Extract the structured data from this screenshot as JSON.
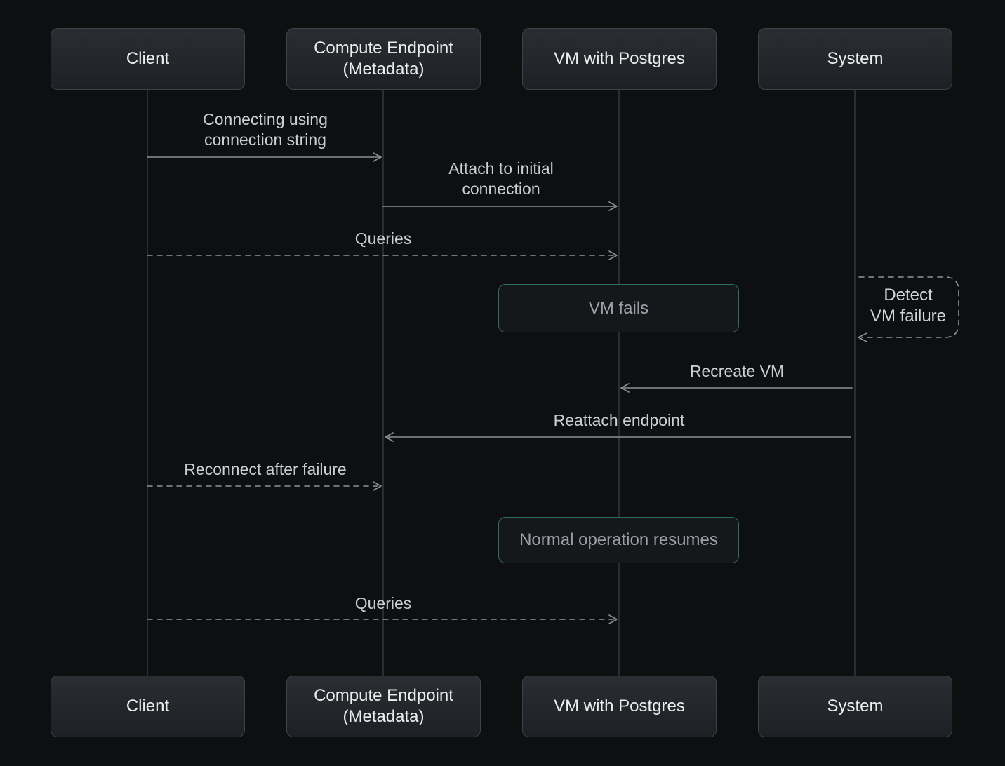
{
  "diagram_type": "sequence-diagram",
  "colors": {
    "background": "#0e0f11",
    "actor_fill_top": "#2b2d32",
    "actor_fill_bottom": "#1e2025",
    "actor_border": "#3e4147",
    "actor_text": "#ecedee",
    "lifeline": "#2a2c2f",
    "arrow": "#8b8f94",
    "message_text": "#cbcfd3",
    "note_border_green": "#2a7255",
    "note_fill": "#15171a",
    "note_text": "#9ba1a7"
  },
  "actors": [
    {
      "label": "Client"
    },
    {
      "label": "Compute Endpoint\n(Metadata)"
    },
    {
      "label": "VM with Postgres"
    },
    {
      "label": "System"
    }
  ],
  "messages": {
    "connect": {
      "label": "Connecting using\nconnection string",
      "from": "Client",
      "to": "Compute Endpoint (Metadata)",
      "style": "solid"
    },
    "attach": {
      "label": "Attach to initial\nconnection",
      "from": "Compute Endpoint (Metadata)",
      "to": "VM with Postgres",
      "style": "solid"
    },
    "queries1": {
      "label": "Queries",
      "from": "Client",
      "to": "VM with Postgres",
      "style": "dashed"
    },
    "vm_fails": {
      "label": "VM fails",
      "on": "VM with Postgres",
      "style": "green-note"
    },
    "detect": {
      "label": "Detect\nVM failure",
      "on": "System",
      "style": "dashed-self-loop"
    },
    "recreate": {
      "label": "Recreate VM",
      "from": "System",
      "to": "VM with Postgres",
      "style": "solid"
    },
    "reattach": {
      "label": "Reattach endpoint",
      "from": "System",
      "to": "Compute Endpoint (Metadata)",
      "style": "solid"
    },
    "reconnect": {
      "label": "Reconnect after failure",
      "from": "Client",
      "to": "Compute Endpoint (Metadata)",
      "style": "dashed"
    },
    "normal": {
      "label": "Normal operation resumes",
      "on": "VM with Postgres",
      "style": "green-note"
    },
    "queries2": {
      "label": "Queries",
      "from": "Client",
      "to": "VM with Postgres",
      "style": "dashed"
    }
  }
}
